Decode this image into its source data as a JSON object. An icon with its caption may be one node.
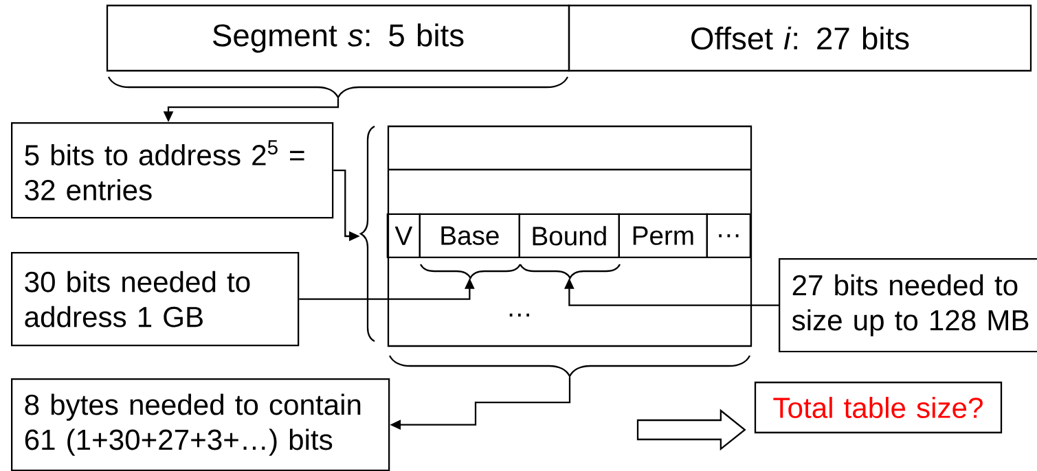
{
  "diagram": {
    "nodes": [
      {
        "text": [
          "Segment *s*: 5 bits"
        ]
      },
      {
        "text": [
          "Offset *i*: 27 bits"
        ]
      },
      {
        "text": [
          "5 bits to address 2$^{5}$ = 32 entries"
        ]
      },
      {
        "text": [],
        "shape": "box"
      },
      {
        "text": [
          "V"
        ],
        "in": 3
      },
      {
        "text": [
          "Base"
        ],
        "in": 3
      },
      {
        "text": [
          "Bound"
        ],
        "in": 3
      },
      {
        "text": [
          "Perm"
        ],
        "in": 3
      },
      {
        "text": [
          "…"
        ],
        "in": 3
      },
      {
        "text": [
          "…"
        ],
        "in": 3
      },
      {
        "text": [
          "30 bits needed to address 1 GB"
        ]
      },
      {
        "text": [
          "27 bits needed to size up to 128 MB"
        ]
      },
      {
        "text": [
          "8 bytes needed to contain 61 (1+30+27+3+…) bits"
        ]
      },
      {
        "text": [
          "Total table size?"
        ]
      }
    ],
    "edges": [
      {
        "from": 0,
        "to": 2,
        "arrow": "to"
      },
      {
        "from": 2,
        "to": 3,
        "arrow": "to"
      },
      {
        "from": 10,
        "to": 5,
        "arrow": "to"
      },
      {
        "from": 11,
        "to": 6,
        "arrow": "to"
      },
      {
        "from": 3,
        "to": 12,
        "arrow": "to"
      },
      {
        "from": null,
        "to": 13,
        "arrow": "to",
        "style": "thick"
      }
    ]
  }
}
